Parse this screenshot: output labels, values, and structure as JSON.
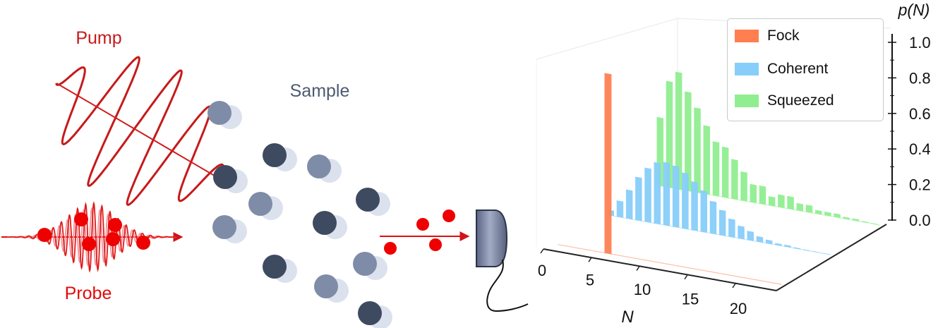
{
  "labels": {
    "pump": "Pump",
    "probe": "Probe",
    "sample": "Sample",
    "p_axis": "p(N)",
    "n_axis": "N"
  },
  "colors": {
    "pump": "#c61a1a",
    "probe": "#e30b0b",
    "sample_text": "#4d5a70",
    "atom_dark": "#3e4a60",
    "atom_mid": "#7f8ca7",
    "atom_light": "#dce1ee",
    "detector": "#6d7896",
    "fock": "#ff7f50",
    "coherent": "#87cefa",
    "squeezed": "#90ee90"
  },
  "legend": {
    "items": [
      {
        "label": "Fock",
        "color": "#ff7f50"
      },
      {
        "label": "Coherent",
        "color": "#87cefa"
      },
      {
        "label": "Squeezed",
        "color": "#90ee90"
      }
    ]
  },
  "chart_data": {
    "type": "bar",
    "ylabel": "p(N)",
    "xlabel": "N",
    "x_ticks": [
      "0",
      "5",
      "10",
      "15",
      "20"
    ],
    "y_ticks": [
      "0.0",
      "0.2",
      "0.4",
      "0.6",
      "0.8",
      "1.0"
    ],
    "ylim": [
      0,
      1.0
    ],
    "xlim": [
      0,
      24
    ],
    "legend_position": "top-right",
    "series": [
      {
        "name": "Fock",
        "x": [
          5
        ],
        "values": [
          1.0
        ]
      },
      {
        "name": "Coherent",
        "x": [
          0,
          1,
          2,
          3,
          4,
          5,
          6,
          7,
          8,
          9,
          10,
          11,
          12,
          13,
          14,
          15,
          16,
          17,
          18,
          19,
          20,
          21,
          22,
          23
        ],
        "values": [
          0.03,
          0.09,
          0.16,
          0.24,
          0.3,
          0.34,
          0.35,
          0.34,
          0.31,
          0.27,
          0.23,
          0.18,
          0.14,
          0.1,
          0.07,
          0.05,
          0.03,
          0.02,
          0.01,
          0.01,
          0.005,
          0.003,
          0.002,
          0.001
        ]
      },
      {
        "name": "Squeezed",
        "x": [
          0,
          1,
          2,
          3,
          4,
          5,
          6,
          7,
          8,
          9,
          10,
          11,
          12,
          13,
          14,
          15,
          16,
          17,
          18,
          19,
          20,
          21,
          22,
          23
        ],
        "values": [
          0.38,
          0.59,
          0.65,
          0.55,
          0.47,
          0.38,
          0.3,
          0.28,
          0.22,
          0.16,
          0.1,
          0.1,
          0.05,
          0.07,
          0.07,
          0.04,
          0.04,
          0.02,
          0.02,
          0.02,
          0.01,
          0.01,
          0.005,
          0.003
        ]
      }
    ]
  }
}
